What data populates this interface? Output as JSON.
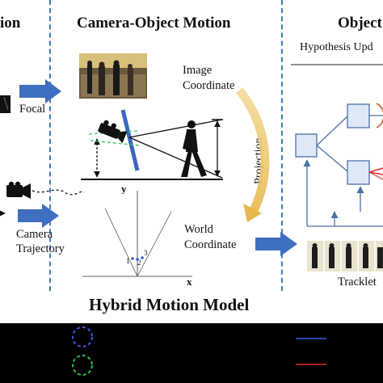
{
  "panels": {
    "left_title": "ion",
    "center_title": "Camera-Object Motion",
    "right_title": "Object"
  },
  "labels": {
    "focal": "Focal",
    "camera_trajectory": [
      "Camera",
      "Trajectory"
    ],
    "image_coordinate": [
      "Image",
      "Coordinate"
    ],
    "projection": "Projection",
    "world_coordinate": [
      "World",
      "Coordinate"
    ],
    "hypothesis": "Hypothesis Upd",
    "tracklet": "Tracklet",
    "axis_y": "y",
    "axis_x": "x",
    "points": [
      "1",
      "2",
      "3"
    ]
  },
  "footer": {
    "title": "Hybrid Motion Model"
  },
  "colors": {
    "arrow_blue": "#3f6fc0",
    "dash_blue": "#4a78b4",
    "box_fill": "#dfe8f7",
    "box_stroke": "#4a6fa8",
    "projection_arc": "#e8c66a",
    "circle_blue": "#3a5ad8",
    "circle_green": "#2fb84a",
    "line_red": "#e23030",
    "line_blue": "#3c5be0"
  }
}
